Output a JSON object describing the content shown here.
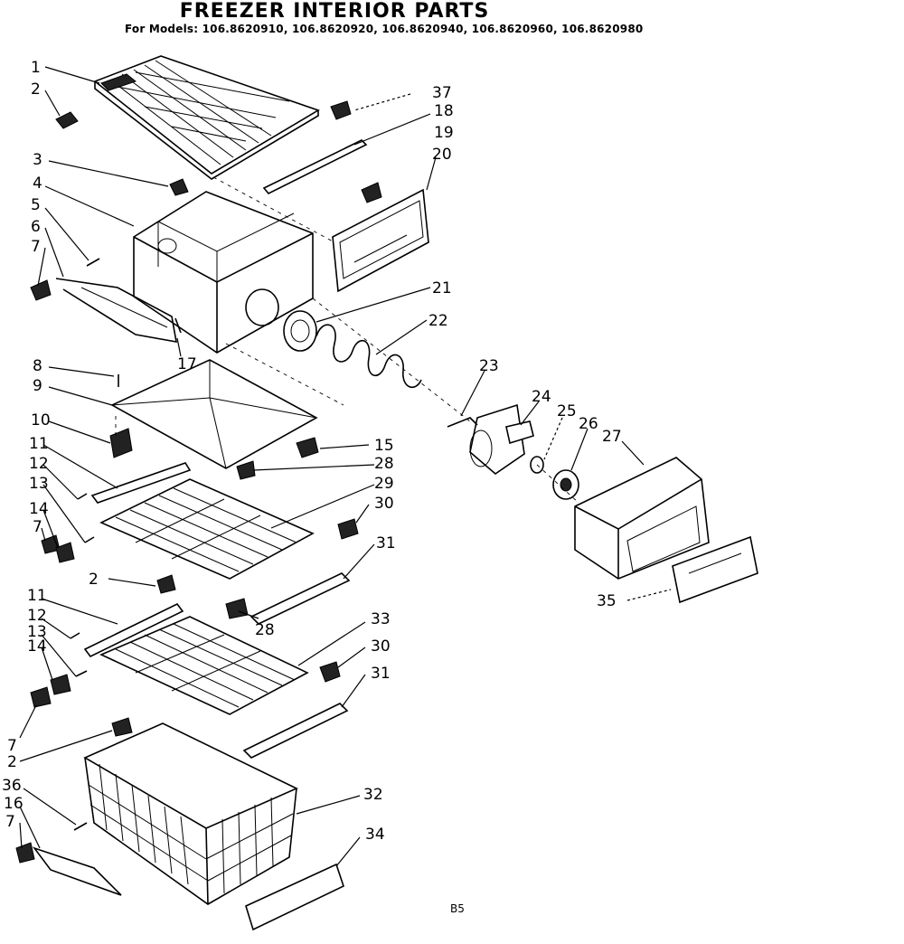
{
  "title": "FREEZER INTERIOR PARTS",
  "subtitle": "For Models: 106.8620910, 106.8620920, 106.8620940, 106.8620960, 106.8620980",
  "page_code": "B5",
  "labels": {
    "c1": "1",
    "c2": "2",
    "c3": "3",
    "c4": "4",
    "c5": "5",
    "c6": "6",
    "c7": "7",
    "c8": "8",
    "c9": "9",
    "c10": "10",
    "c11": "11",
    "c12": "12",
    "c13": "13",
    "c14": "14",
    "c15": "15",
    "c16": "16",
    "c17": "17",
    "c18": "18",
    "c19": "19",
    "c20": "20",
    "c21": "21",
    "c22": "22",
    "c23": "23",
    "c24": "24",
    "c25": "25",
    "c26": "26",
    "c27": "27",
    "c28": "28",
    "c29": "29",
    "c30": "30",
    "c31": "31",
    "c32": "32",
    "c33": "33",
    "c34": "34",
    "c35": "35",
    "c36": "36",
    "c37": "37"
  }
}
